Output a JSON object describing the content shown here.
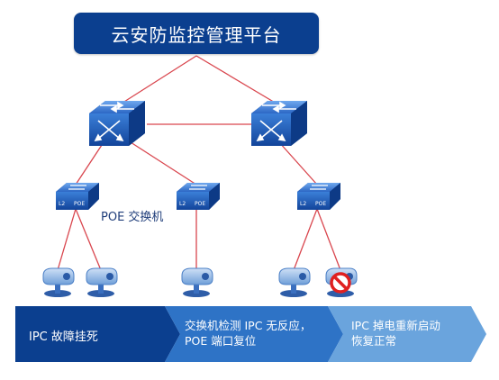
{
  "title": "云安防监控管理平台",
  "poe_switch_label": "POE 交换机",
  "switch_badge": {
    "left": "L2",
    "right": "POE"
  },
  "flow": {
    "steps": [
      {
        "lines": [
          "IPC 故障挂死"
        ],
        "color": "#0b3f8f"
      },
      {
        "lines": [
          "交换机检测 IPC 无反应，",
          "POE 端口复位"
        ],
        "color": "#2e73c6"
      },
      {
        "lines": [
          "IPC 掉电重新启动",
          "恢复正常"
        ],
        "color": "#6aa4dd"
      }
    ]
  },
  "colors": {
    "platform": "#0b3f8f",
    "link": "#d9464e",
    "device": "#1d5fbf",
    "camera": "#5b8fd1",
    "fault": "#e02020"
  },
  "icons": {
    "core_switch": "core-switch-icon",
    "poe_switch": "poe-switch-icon",
    "camera": "ip-camera-icon",
    "fault": "no-entry-icon"
  }
}
